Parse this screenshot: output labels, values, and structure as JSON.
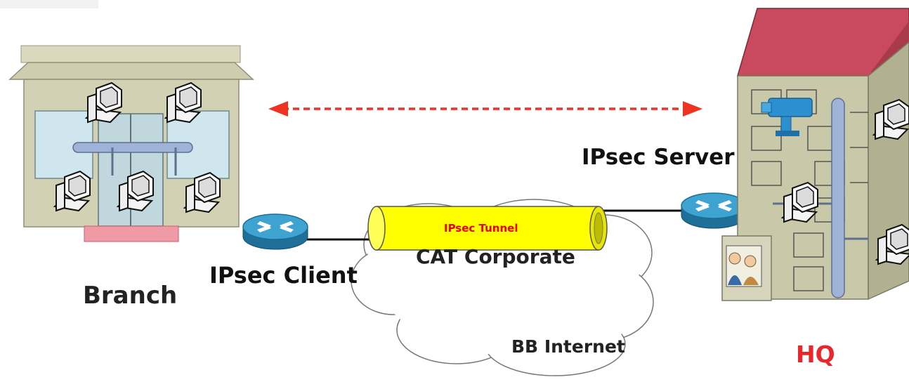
{
  "labels": {
    "ipsec_server": "IPsec Server",
    "ipsec_client": "IPsec Client",
    "branch": "Branch",
    "cat_corporate": "CAT Corporate",
    "bb_internet": "BB Internet",
    "hq": "HQ",
    "ipsec_tunnel": "IPsec Tunnel"
  },
  "colors": {
    "tunnel_fill": "#ffff00",
    "tunnel_text": "#ee0000",
    "hq_text": "#e8262b",
    "arrow": "#ee3322",
    "router": "#2c8fb8",
    "roof": "#c94a5c",
    "building": "#c9c8a8",
    "pipe": "#9fb3d8"
  },
  "icons": [
    "router-icon",
    "pc-icon",
    "camera-icon",
    "people-icon",
    "cloud-shape",
    "building-shape",
    "tunnel-shape",
    "double-arrow"
  ]
}
